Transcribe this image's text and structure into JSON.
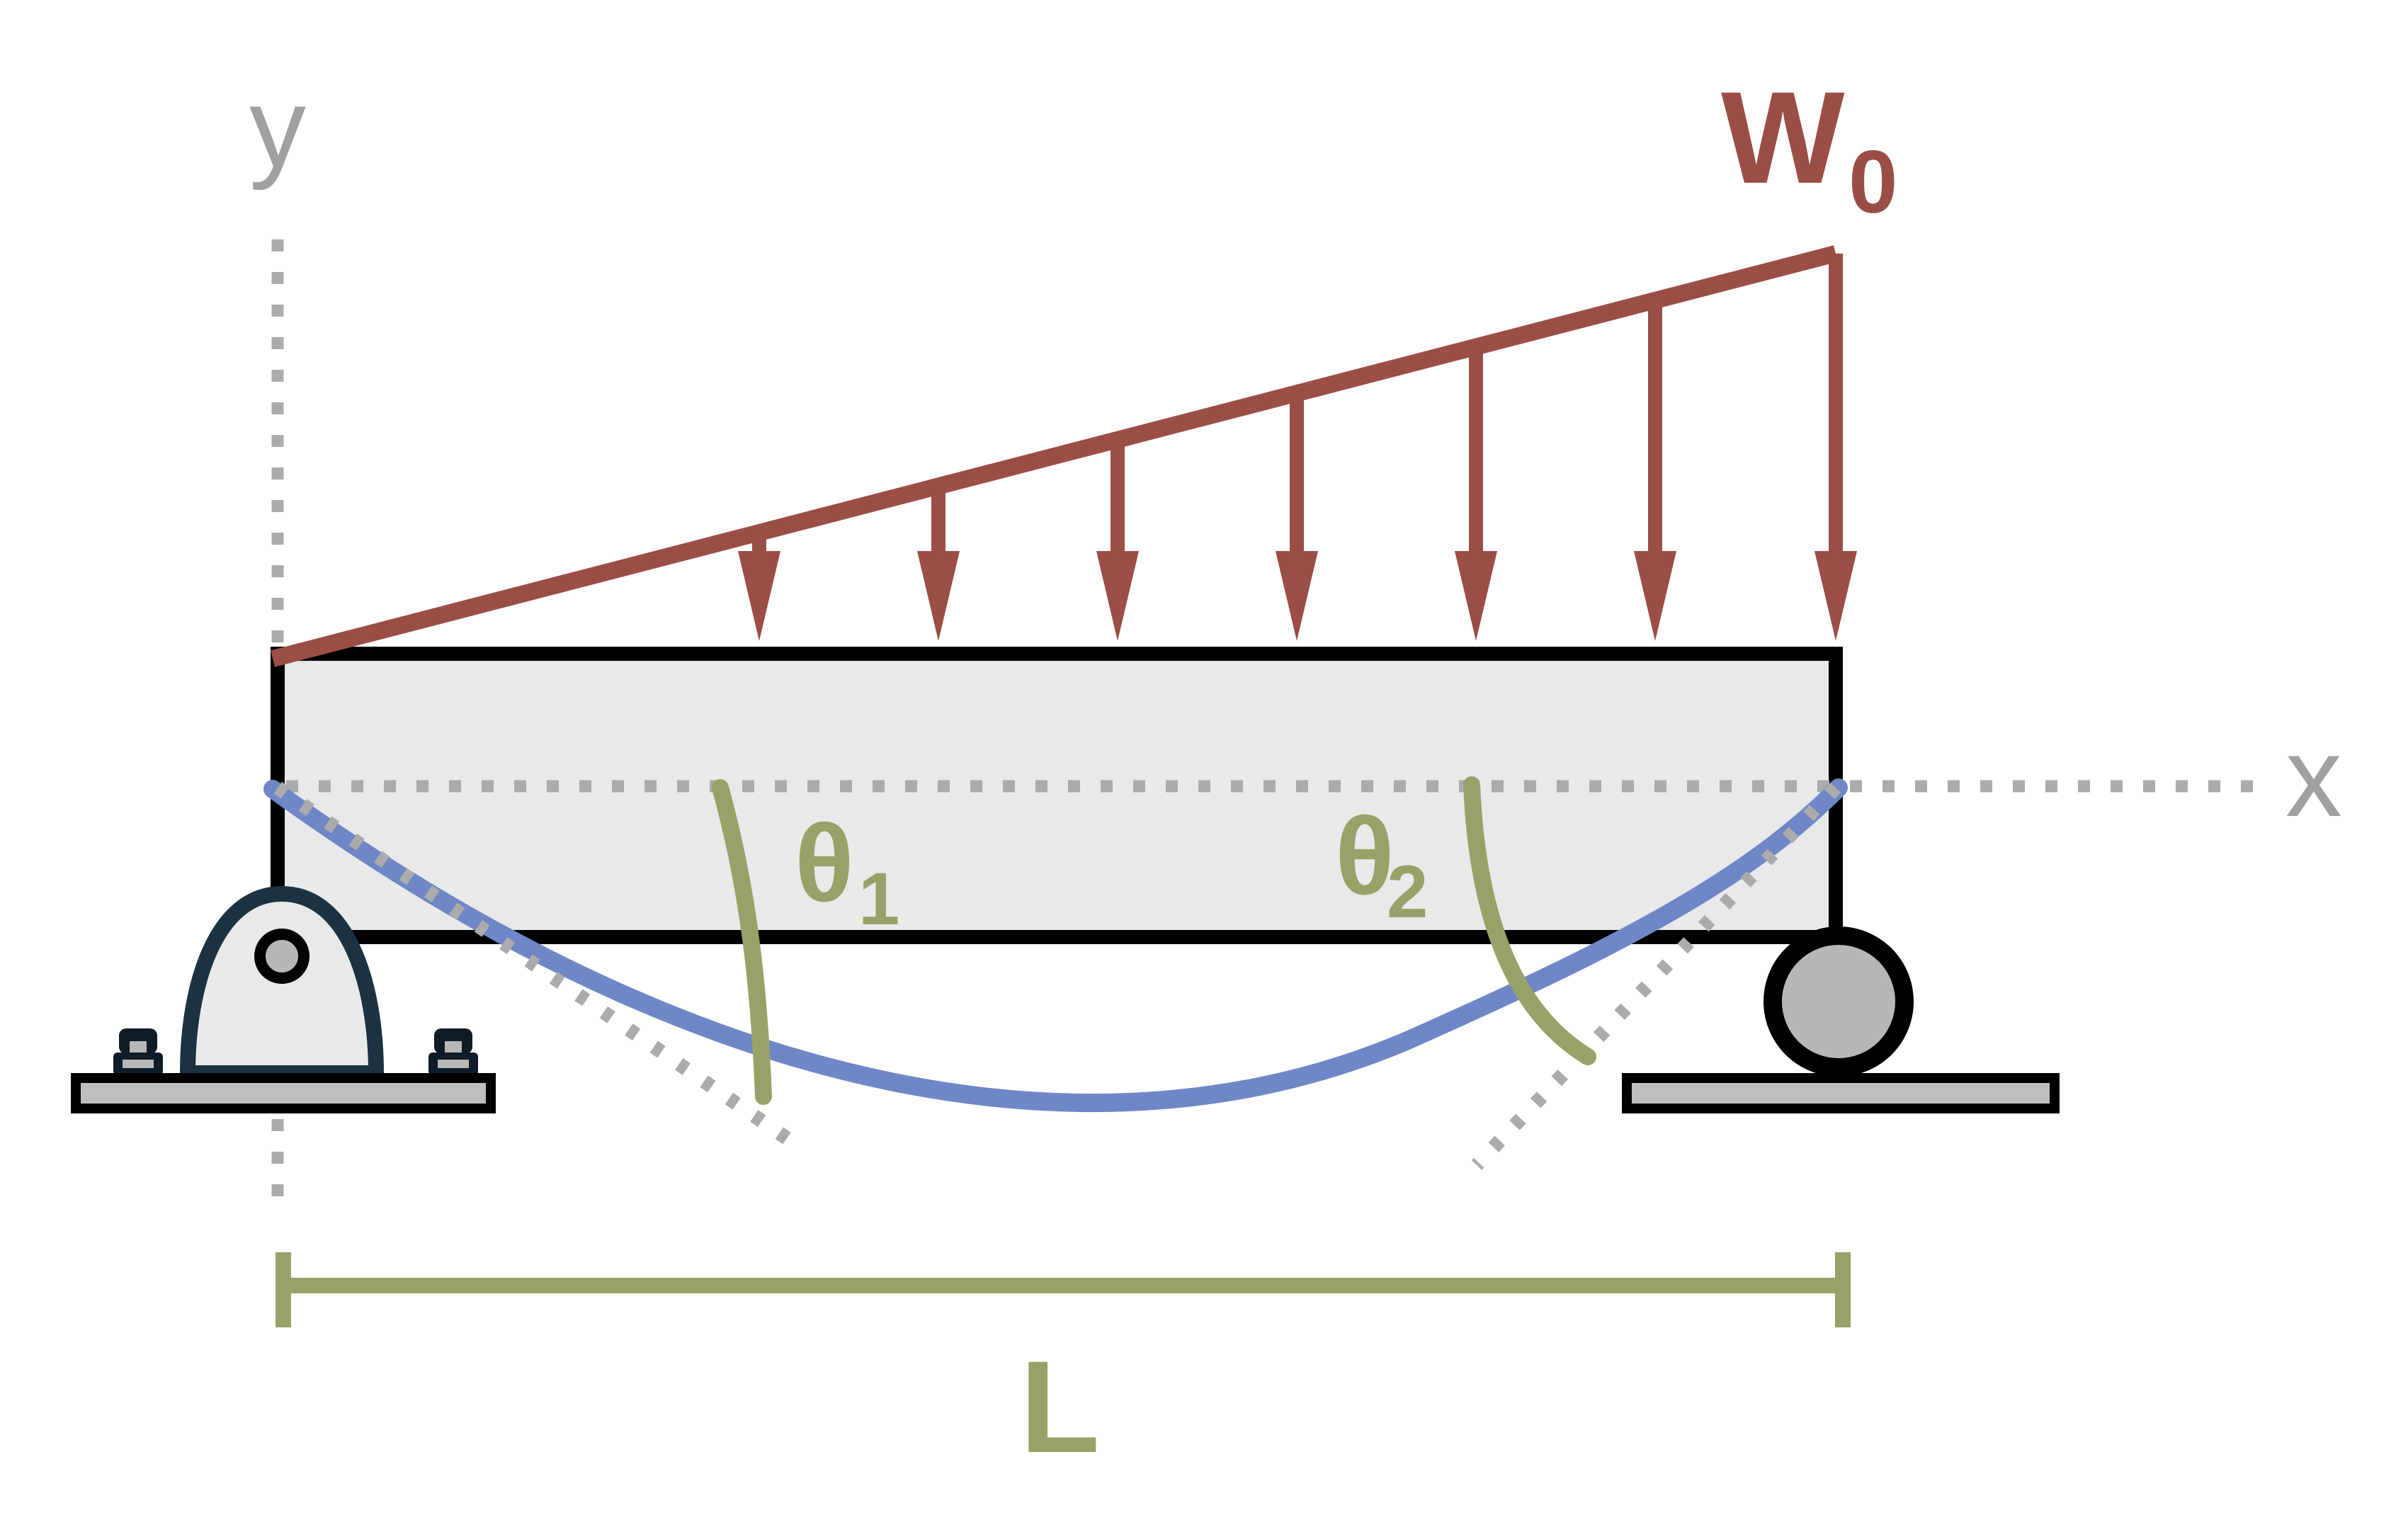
{
  "colors": {
    "maroon": "#9b4e46",
    "olive": "#97a268",
    "blue": "#6f87c6",
    "axis_gray": "#a0a0a0",
    "dash_gray": "#ababab",
    "beam_fill": "#e9e9e9",
    "beam_stroke": "#000000",
    "plate_fill": "#bfbfbf",
    "roller_fill": "#b7b7b7",
    "pin_fill": "#e9e9e9",
    "pin_stroke": "#1b3240",
    "bolt": "#0f1c28",
    "hole_fill": "#b7b7b7"
  },
  "labels": {
    "y_axis": "y",
    "x_axis": "x",
    "load": {
      "main": "W",
      "sub": "0"
    },
    "theta1": {
      "main": "θ",
      "sub": "1"
    },
    "theta2": {
      "main": "θ",
      "sub": "2"
    },
    "length": "L"
  }
}
